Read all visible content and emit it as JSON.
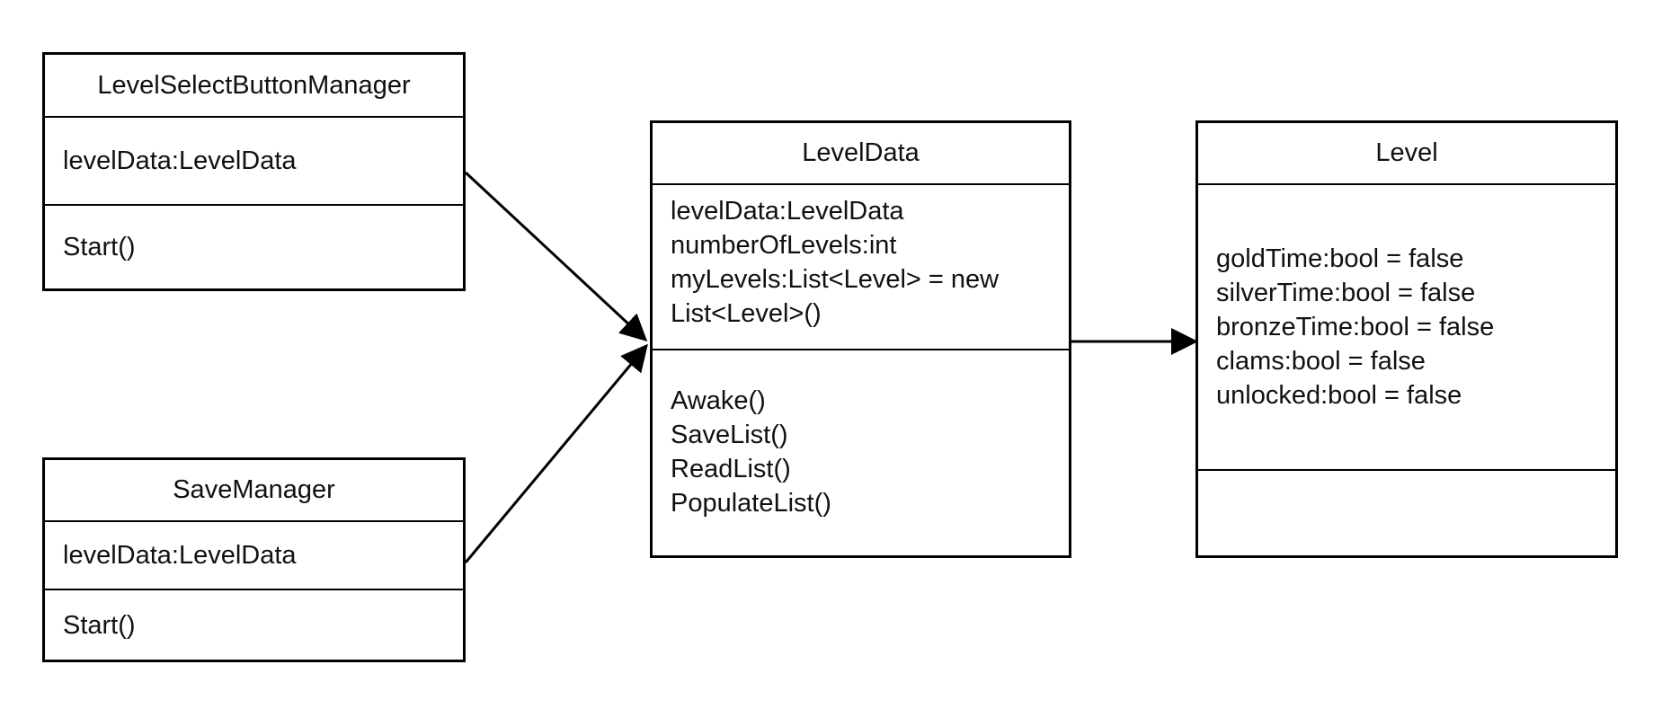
{
  "diagram": {
    "classes": {
      "level_select_button_manager": {
        "name": "LevelSelectButtonManager",
        "attributes": [
          "levelData:LevelData"
        ],
        "methods": [
          "Start()"
        ]
      },
      "save_manager": {
        "name": "SaveManager",
        "attributes": [
          "levelData:LevelData"
        ],
        "methods": [
          "Start()"
        ]
      },
      "level_data": {
        "name": "LevelData",
        "attributes": [
          "levelData:LevelData",
          "numberOfLevels:int",
          "myLevels:List<Level> = new",
          "List<Level>()"
        ],
        "methods": [
          "Awake()",
          "SaveList()",
          "ReadList()",
          "PopulateList()"
        ]
      },
      "level": {
        "name": "Level",
        "attributes": [
          "goldTime:bool = false",
          "silverTime:bool = false",
          "bronzeTime:bool = false",
          "clams:bool = false",
          "unlocked:bool = false"
        ],
        "methods": []
      }
    },
    "relationships": [
      {
        "from": "LevelSelectButtonManager",
        "to": "LevelData",
        "kind": "association"
      },
      {
        "from": "SaveManager",
        "to": "LevelData",
        "kind": "association"
      },
      {
        "from": "LevelData",
        "to": "Level",
        "kind": "association"
      }
    ]
  }
}
